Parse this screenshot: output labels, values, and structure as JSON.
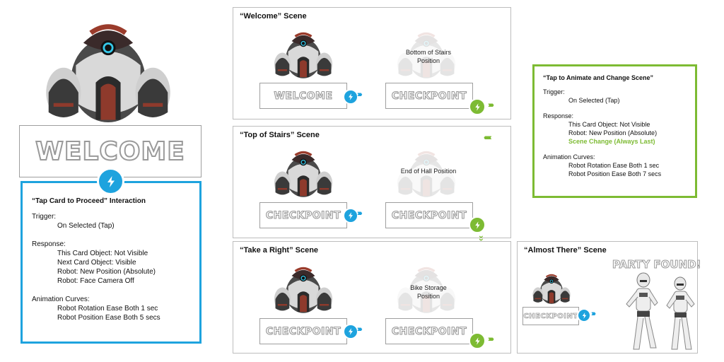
{
  "left": {
    "welcome_card": "WELCOME",
    "interaction": {
      "title": "“Tap Card to Proceed” Interaction",
      "trigger_label": "Trigger:",
      "trigger_value": "On Selected (Tap)",
      "response_label": "Response:",
      "responses": [
        "This Card Object: Not Visible",
        "Next Card Object: Visible",
        "Robot: New Position (Absolute)",
        "Robot: Face Camera Off"
      ],
      "curves_label": "Animation Curves:",
      "curves": [
        "Robot Rotation Ease Both 1 sec",
        "Robot Position Ease Both 5 secs"
      ]
    }
  },
  "scenes": [
    {
      "title": "“Welcome” Scene",
      "card_from": "WELCOME",
      "card_to": "CHECKPOINT",
      "target_label": "Bottom of Stairs Position"
    },
    {
      "title": "“Top of Stairs” Scene",
      "card_from": "CHECKPOINT",
      "card_to": "CHECKPOINT",
      "target_label": "End of Hall Position"
    },
    {
      "title": "“Take a Right” Scene",
      "card_from": "CHECKPOINT",
      "card_to": "CHECKPOINT",
      "target_label": "Bike Storage Position"
    },
    {
      "title": "“Almost There” Scene",
      "card_from": "CHECKPOINT",
      "party_text": "PARTY FOUND!"
    }
  ],
  "right": {
    "title": "“Tap to Animate and Change Scene”",
    "trigger_label": "Trigger:",
    "trigger_value": "On Selected (Tap)",
    "response_label": "Response:",
    "responses": [
      "This Card Object: Not Visible",
      "Robot: New Position (Absolute)"
    ],
    "response_highlight": "Scene Change (Always Last)",
    "curves_label": "Animation Curves:",
    "curves": [
      "Robot Rotation Ease Both 1 sec",
      "Robot Position Ease Both 7 secs"
    ]
  },
  "colors": {
    "blue": "#1ea3de",
    "green": "#7dbb33",
    "robot_dark": "#3a3a3a",
    "robot_light": "#d6d6d6",
    "robot_red": "#8e3a2c"
  }
}
